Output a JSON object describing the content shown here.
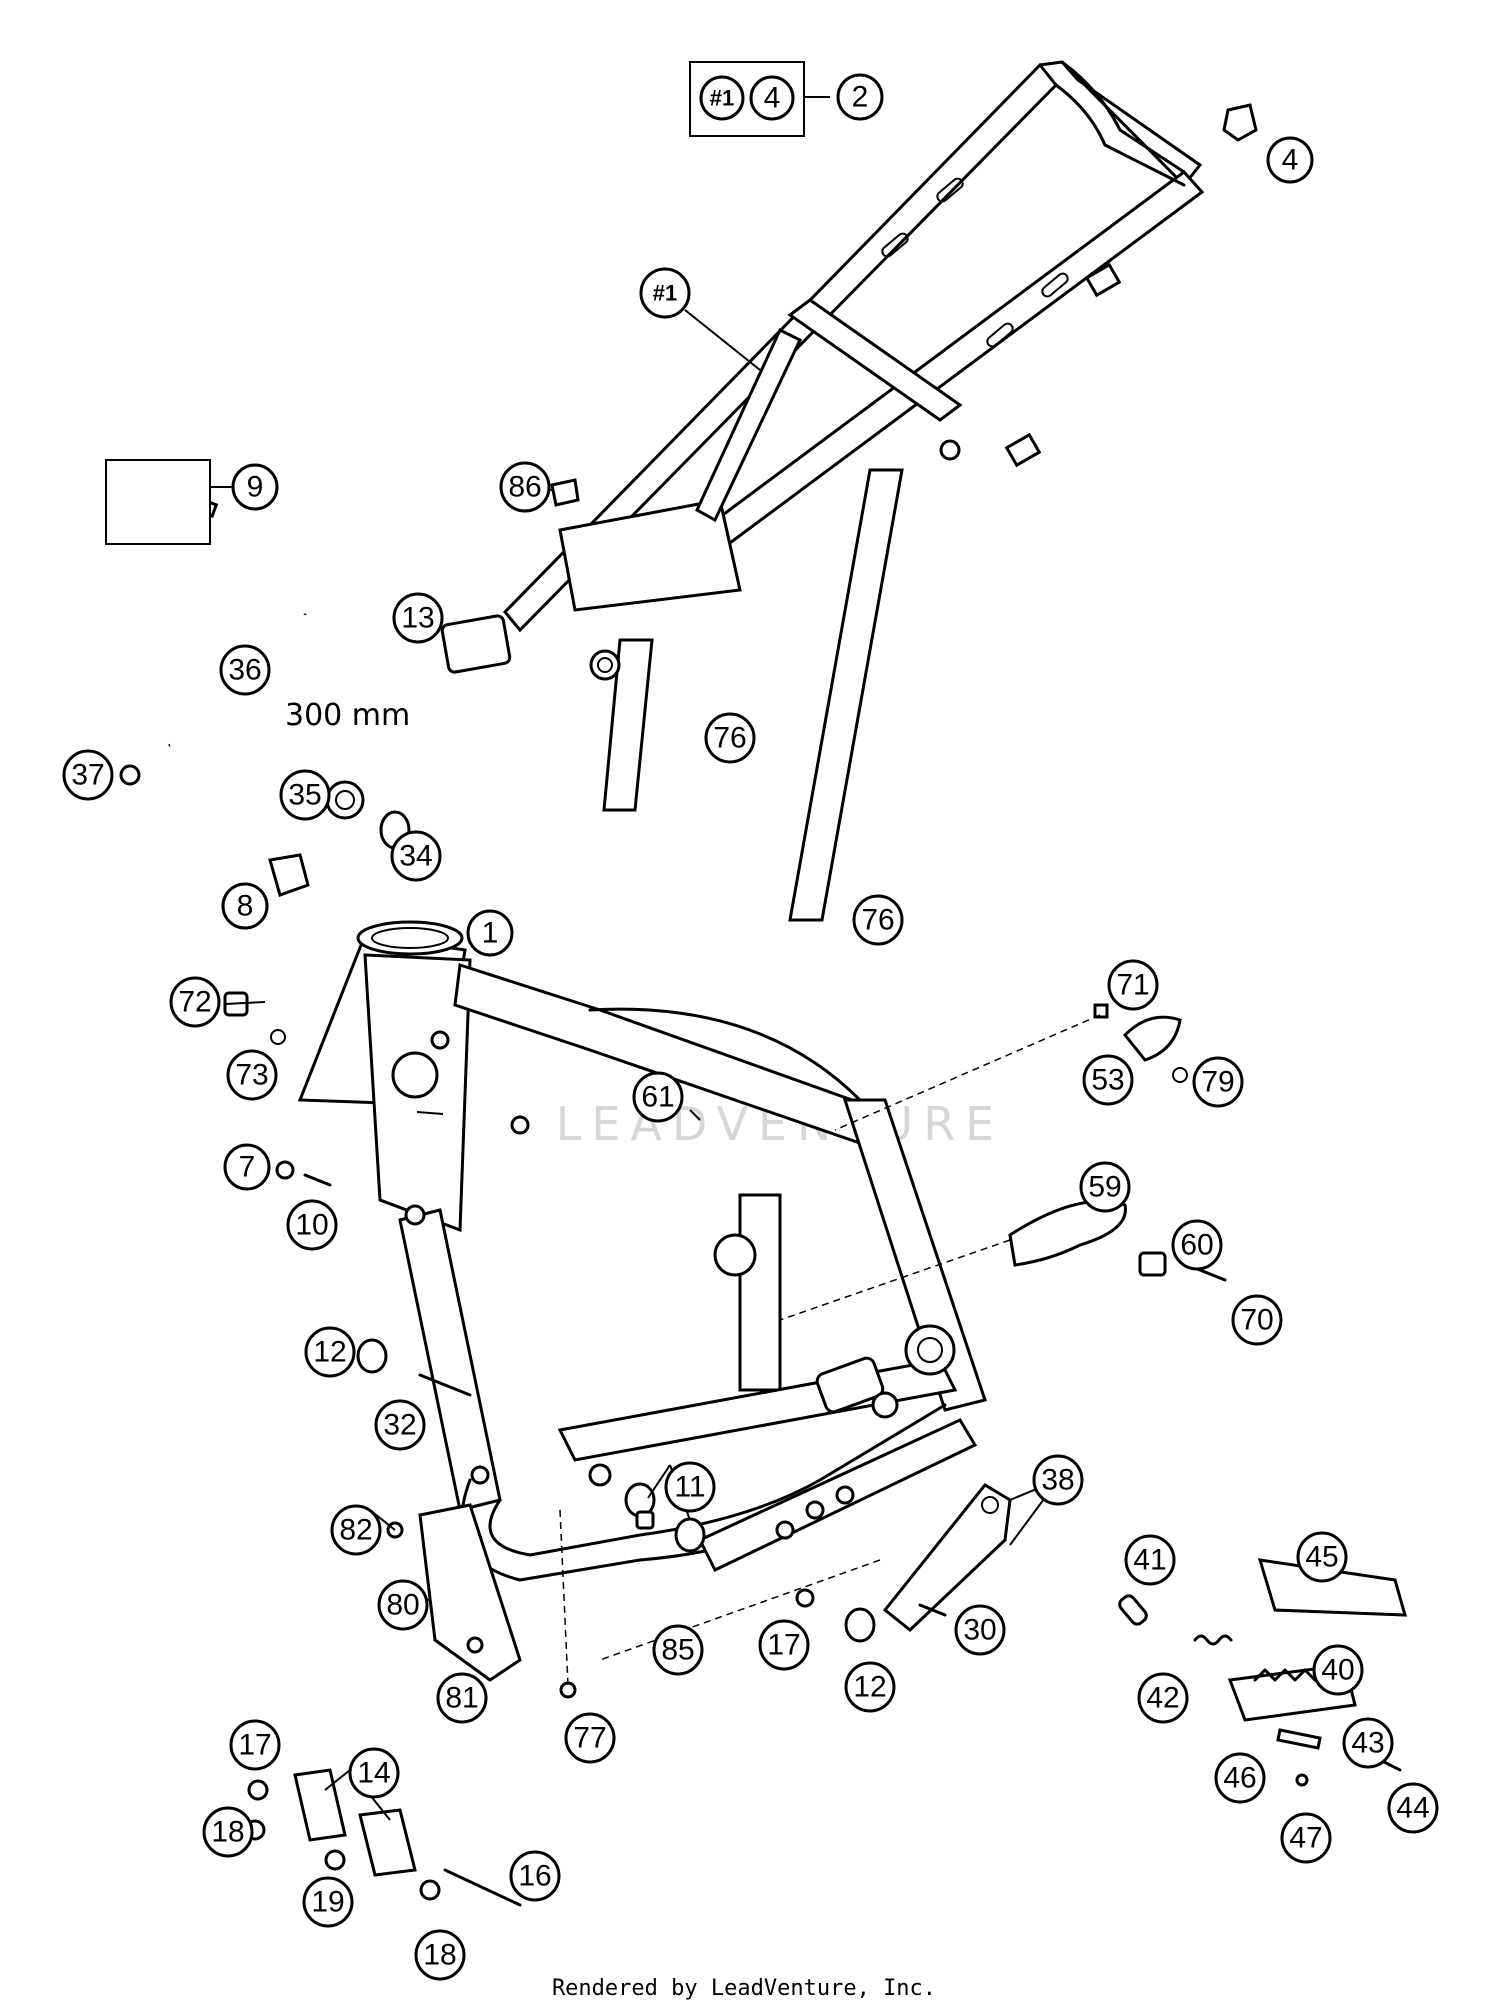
{
  "diagram": {
    "measurement_note": "300 mm",
    "footer": "Rendered by LeadVenture, Inc.",
    "watermark": "LEADVENTURE",
    "kits": {
      "rear_frame_kit": [
        "#1",
        "4"
      ],
      "rear_frame_kit_target": "2",
      "lock_set_target": "9"
    },
    "callouts": [
      {
        "id": "c-2",
        "label": "2"
      },
      {
        "id": "c-4",
        "label": "4"
      },
      {
        "id": "c-hash1",
        "label": "#1"
      },
      {
        "id": "c-9",
        "label": "9"
      },
      {
        "id": "c-86",
        "label": "86"
      },
      {
        "id": "c-13",
        "label": "13"
      },
      {
        "id": "c-36",
        "label": "36"
      },
      {
        "id": "c-76a",
        "label": "76"
      },
      {
        "id": "c-37",
        "label": "37"
      },
      {
        "id": "c-35",
        "label": "35"
      },
      {
        "id": "c-34",
        "label": "34"
      },
      {
        "id": "c-8",
        "label": "8"
      },
      {
        "id": "c-1",
        "label": "1"
      },
      {
        "id": "c-76b",
        "label": "76"
      },
      {
        "id": "c-72",
        "label": "72"
      },
      {
        "id": "c-71",
        "label": "71"
      },
      {
        "id": "c-73",
        "label": "73"
      },
      {
        "id": "c-53",
        "label": "53"
      },
      {
        "id": "c-79",
        "label": "79"
      },
      {
        "id": "c-61",
        "label": "61"
      },
      {
        "id": "c-7",
        "label": "7"
      },
      {
        "id": "c-10",
        "label": "10"
      },
      {
        "id": "c-59",
        "label": "59"
      },
      {
        "id": "c-60",
        "label": "60"
      },
      {
        "id": "c-70",
        "label": "70"
      },
      {
        "id": "c-12a",
        "label": "12"
      },
      {
        "id": "c-32",
        "label": "32"
      },
      {
        "id": "c-11",
        "label": "11"
      },
      {
        "id": "c-38",
        "label": "38"
      },
      {
        "id": "c-82",
        "label": "82"
      },
      {
        "id": "c-41",
        "label": "41"
      },
      {
        "id": "c-45",
        "label": "45"
      },
      {
        "id": "c-80",
        "label": "80"
      },
      {
        "id": "c-30",
        "label": "30"
      },
      {
        "id": "c-17a",
        "label": "17"
      },
      {
        "id": "c-85",
        "label": "85"
      },
      {
        "id": "c-40",
        "label": "40"
      },
      {
        "id": "c-42",
        "label": "42"
      },
      {
        "id": "c-81",
        "label": "81"
      },
      {
        "id": "c-12b",
        "label": "12"
      },
      {
        "id": "c-77",
        "label": "77"
      },
      {
        "id": "c-17b",
        "label": "17"
      },
      {
        "id": "c-14",
        "label": "14"
      },
      {
        "id": "c-43",
        "label": "43"
      },
      {
        "id": "c-46",
        "label": "46"
      },
      {
        "id": "c-44",
        "label": "44"
      },
      {
        "id": "c-18a",
        "label": "18"
      },
      {
        "id": "c-47",
        "label": "47"
      },
      {
        "id": "c-16",
        "label": "16"
      },
      {
        "id": "c-19",
        "label": "19"
      },
      {
        "id": "c-18b",
        "label": "18"
      }
    ]
  }
}
